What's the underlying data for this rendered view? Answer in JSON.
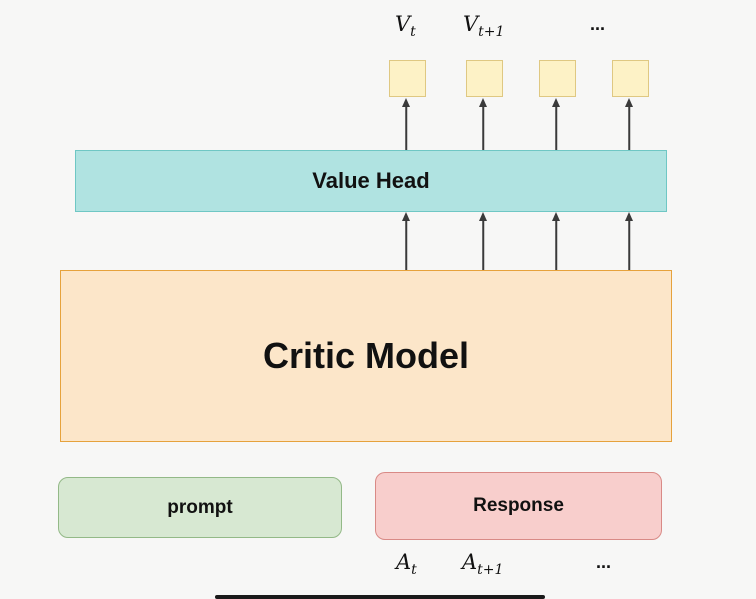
{
  "diagram_title": "Critic Model value-head diagram",
  "colors": {
    "background": "#f7f7f6",
    "value_head_fill": "#b0e3e1",
    "value_head_border": "#6fc7c4",
    "critic_fill": "#fce6c9",
    "critic_border": "#e6a23c",
    "prompt_fill": "#d7e8d2",
    "prompt_border": "#93b987",
    "response_fill": "#f8cecc",
    "response_border": "#d98a86",
    "square_fill": "#fdf2c6",
    "square_border": "#dfc882",
    "arrow_color": "#3a3a3a"
  },
  "value_head": {
    "label": "Value Head"
  },
  "critic_model": {
    "label": "Critic Model"
  },
  "prompt_box": {
    "label": "prompt"
  },
  "response_box": {
    "label": "Response"
  },
  "value_labels": [
    {
      "base": "V",
      "sub": "t"
    },
    {
      "base": "V",
      "sub": "t+1"
    },
    {
      "base": "...",
      "sub": ""
    }
  ],
  "action_labels": [
    {
      "base": "A",
      "sub": "t"
    },
    {
      "base": "A",
      "sub": "t+1"
    },
    {
      "base": "...",
      "sub": ""
    }
  ],
  "structure": {
    "value_squares_count": 4,
    "arrows_value_head_to_squares": 4,
    "arrows_critic_to_value_head": 4
  }
}
